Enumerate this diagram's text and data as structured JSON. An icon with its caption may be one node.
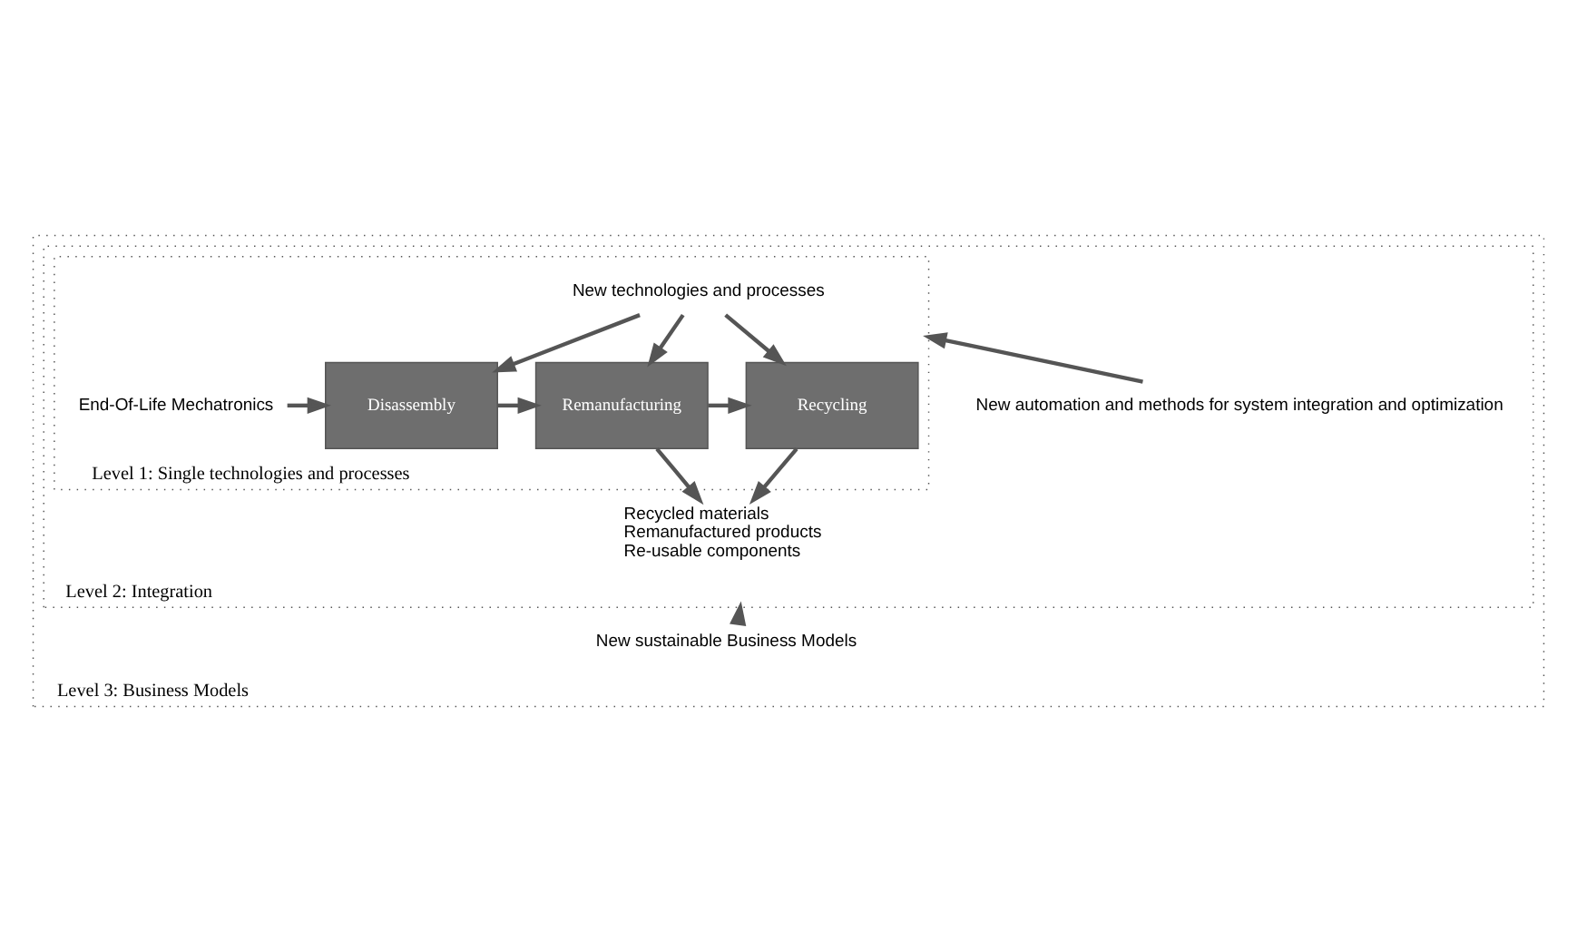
{
  "diagram": {
    "nodes": [
      {
        "text": [
          "Level 3: Business Models"
        ]
      },
      {
        "text": [
          "Level 2: Integration"
        ],
        "in": 0
      },
      {
        "text": [
          "Level 1: Single technologies and processes"
        ],
        "in": 1
      },
      {
        "text": [
          "New technologies and processes"
        ],
        "in": 2
      },
      {
        "text": [
          "End-Of-Life Mechatronics"
        ],
        "in": 2
      },
      {
        "text": [
          "Disassembly"
        ],
        "in": 2
      },
      {
        "text": [
          "Remanufacturing"
        ],
        "in": 2
      },
      {
        "text": [
          "Recycling"
        ],
        "in": 2
      },
      {
        "text": [
          "Recycled materials",
          "Remanufactured products",
          "Re-usable components"
        ],
        "in": 1
      },
      {
        "text": [
          "New automation and methods for system integration and optimization"
        ],
        "in": 1
      },
      {
        "text": [
          "New sustainable Business Models"
        ],
        "in": 0
      }
    ],
    "edges": [
      {
        "from": 3,
        "to": 5,
        "arrow": "to"
      },
      {
        "from": 3,
        "to": 6,
        "arrow": "to"
      },
      {
        "from": 3,
        "to": 7,
        "arrow": "to"
      },
      {
        "from": 4,
        "to": 5,
        "arrow": "to"
      },
      {
        "from": 5,
        "to": 6,
        "arrow": "to"
      },
      {
        "from": 6,
        "to": 7,
        "arrow": "to"
      },
      {
        "from": 7,
        "to": 8,
        "arrow": "to"
      },
      {
        "from": 6,
        "to": 8,
        "arrow": "to"
      },
      {
        "from": 9,
        "to": 2,
        "arrow": "to"
      },
      {
        "from": 10,
        "to": 1,
        "arrow": "to"
      }
    ]
  }
}
